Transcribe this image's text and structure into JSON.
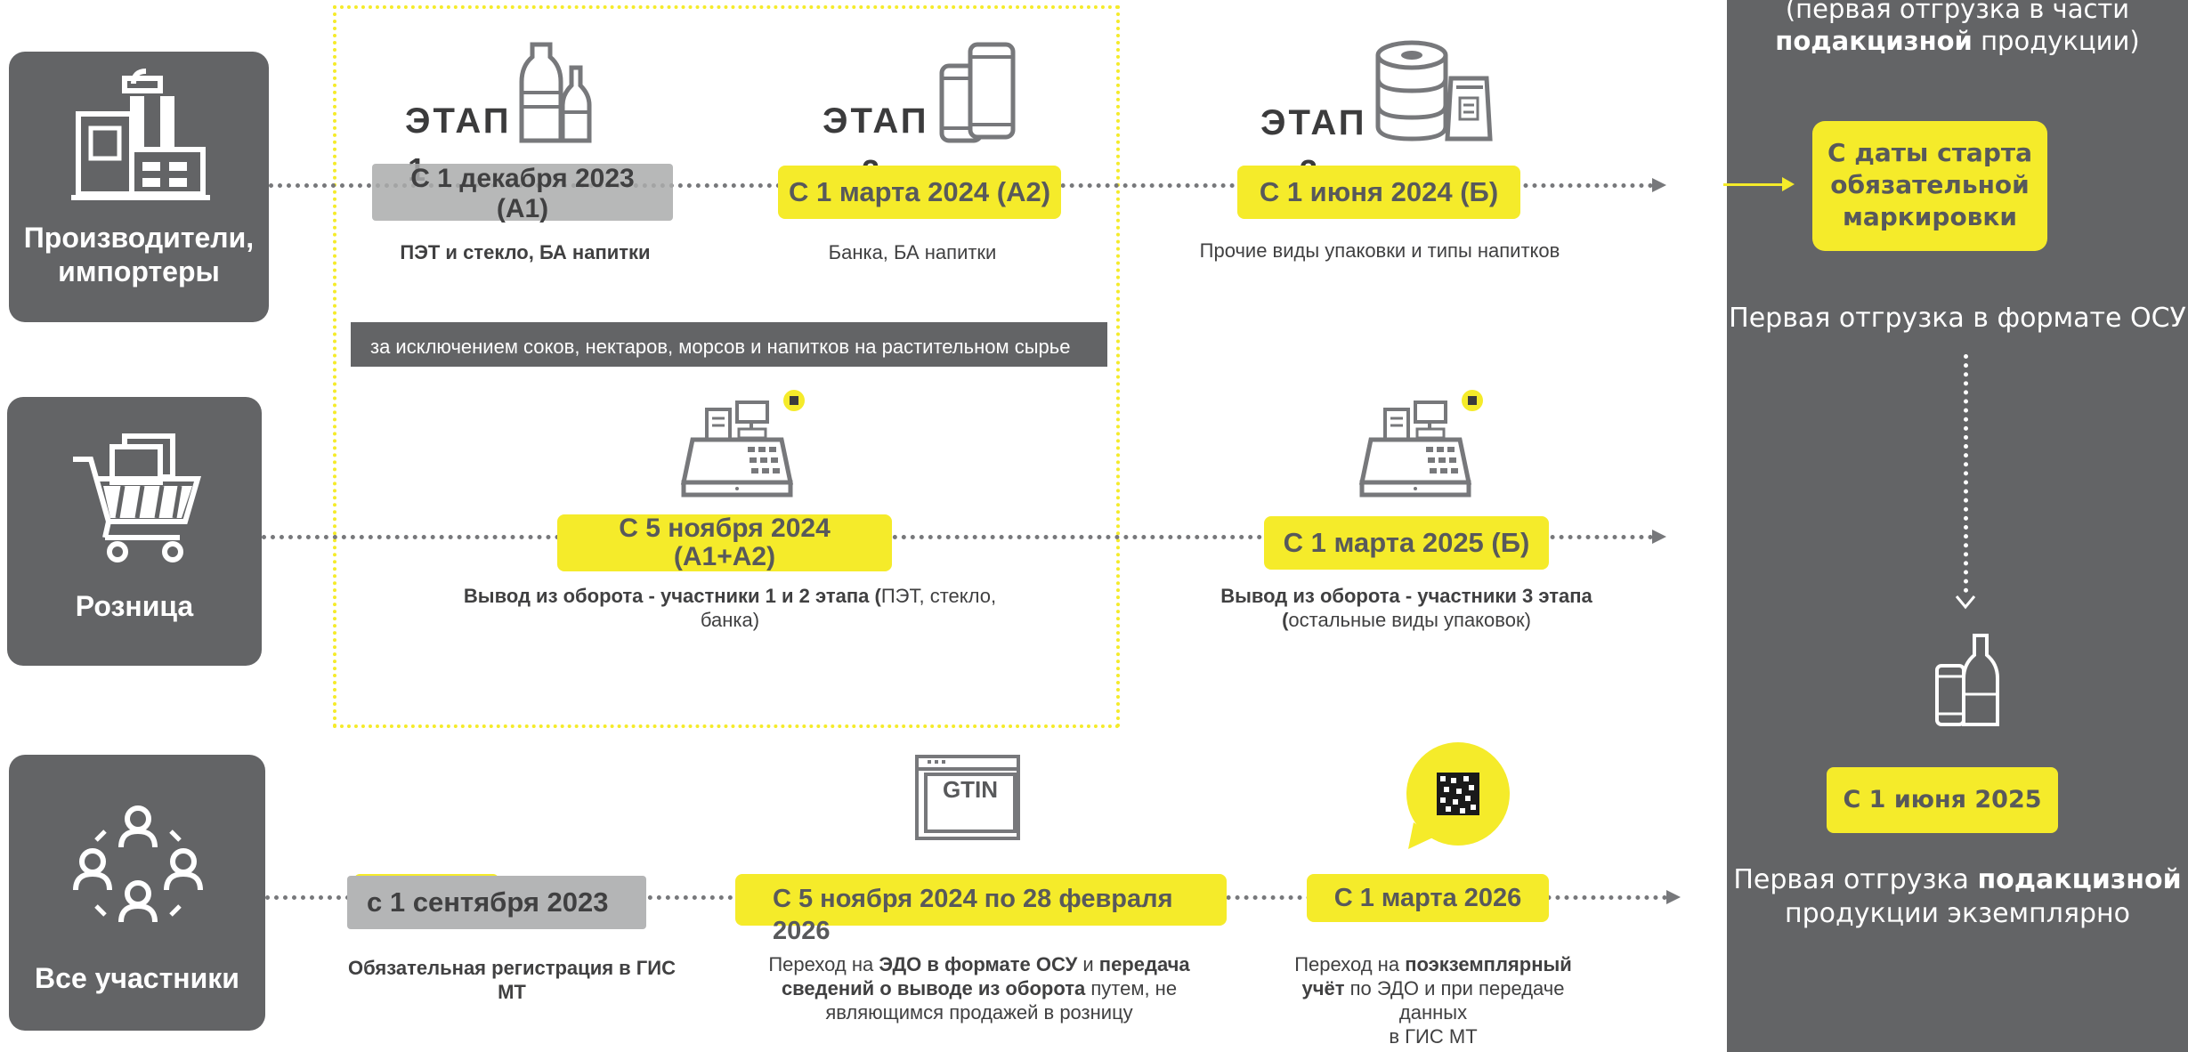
{
  "rows": {
    "producers": {
      "label": "Производители,\nимпортеры"
    },
    "retail": {
      "label": "Розница"
    },
    "all": {
      "label": "Все участники"
    }
  },
  "stages": {
    "s1": {
      "label": "ЭТАП",
      "num": "1",
      "date": "С 1 декабря 2023\n(А1)",
      "desc": "ПЭТ и стекло, БА напитки"
    },
    "s2": {
      "label": "ЭТАП",
      "num": "2",
      "date": "С 1 марта 2024 (А2)",
      "desc": "Банка, БА напитки"
    },
    "s3": {
      "label": "ЭТАП",
      "num": "3",
      "date": "С 1 июня 2024 (Б)",
      "desc": "Прочие виды упаковки и типы напитков"
    },
    "exclusion": "за исключением соков, нектаров, морсов и напитков на растительном сырье"
  },
  "retail": {
    "d1": "С 5 ноября 2024\n(А1+А2)",
    "desc1_bold": "Вывод из оборота  - участники 1 и 2 этапа (",
    "desc1_rest": "ПЭТ, стекло,\nбанка)",
    "d2": "С 1 марта 2025 (Б)",
    "desc2_bold": "Вывод из оборота  - участники 3 этапа",
    "desc2_open": "\n(",
    "desc2_rest": "остальные виды упаковок)"
  },
  "all": {
    "d1": "с 1 сентября 2023",
    "desc1": "Обязательная регистрация в ГИС\nМТ",
    "d2": "С 5 ноября 2024 по 28 февраля\n2026",
    "desc2_a": "Переход на ",
    "desc2_b": "ЭДО в формате ОСУ",
    "desc2_c": " и ",
    "desc2_d": "передача\nсведений о выводе из оборота",
    "desc2_e": " путем, не\nявляющимся продажей в розницу",
    "gtin": "GTIN",
    "d3": "С 1 марта 2026",
    "desc3_a": "Переход на ",
    "desc3_b": "поэкземплярный\nучёт",
    "desc3_c": " по ЭДО и при передаче\nданных\nв ГИС МТ"
  },
  "panel": {
    "top1": "(первая отгрузка в части",
    "top2_bold": "подакцизной",
    "top2_rest": " продукции)",
    "pill1": "С даты старта\nобязательной\nмаркировки",
    "text1": "Первая отгрузка в формате ОСУ",
    "pill2": "С 1 июня 2025",
    "text2_a": "Первая отгрузка ",
    "text2_b": "подакцизной",
    "text2_c": "\nпродукции экземплярно"
  },
  "colors": {
    "accent": "#f5eb2a",
    "panel": "#636466",
    "dots": "#77787b",
    "text": "#404041"
  },
  "icons": [
    "factory-icon",
    "bottles-icon",
    "cans-icon",
    "keg-pouch-icon",
    "cash-register-icon",
    "shopping-cart-icon",
    "people-network-icon",
    "gtin-window-icon",
    "datamatrix-icon",
    "bottle-can-icon"
  ]
}
